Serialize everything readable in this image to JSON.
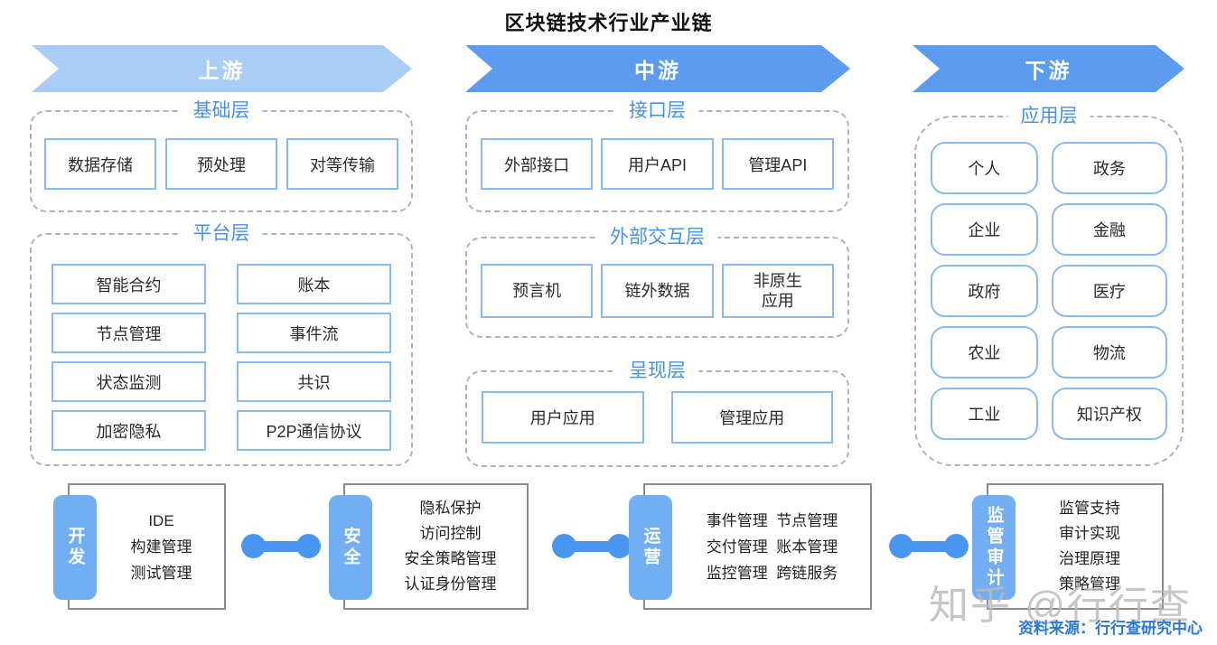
{
  "title": "区块链技术行业产业链",
  "stages": [
    {
      "label": "上游"
    },
    {
      "label": "中游"
    },
    {
      "label": "下游"
    }
  ],
  "groups": {
    "foundation": {
      "title": "基础层",
      "items": [
        "数据存储",
        "预处理",
        "对等传输"
      ]
    },
    "platform": {
      "title": "平台层",
      "items": [
        "智能合约",
        "账本",
        "节点管理",
        "事件流",
        "状态监测",
        "共识",
        "加密隐私",
        "P2P通信协议"
      ]
    },
    "interface": {
      "title": "接口层",
      "items": [
        "外部接口",
        "用户API",
        "管理API"
      ]
    },
    "external_interaction": {
      "title": "外部交互层",
      "items": [
        "预言机",
        "链外数据",
        "非原生应用"
      ]
    },
    "presentation": {
      "title": "呈现层",
      "items": [
        "用户应用",
        "管理应用"
      ]
    },
    "application": {
      "title": "应用层",
      "items": [
        "个人",
        "政务",
        "企业",
        "金融",
        "政府",
        "医疗",
        "农业",
        "物流",
        "工业",
        "知识产权"
      ]
    }
  },
  "modules": [
    {
      "label": "开发",
      "lines": [
        "IDE",
        "构建管理",
        "测试管理"
      ]
    },
    {
      "label": "安全",
      "lines": [
        "隐私保护",
        "访问控制",
        "安全策略管理",
        "认证身份管理"
      ]
    },
    {
      "label": "运营",
      "lines": [
        "事件管理  节点管理",
        "交付管理  账本管理",
        "监控管理  跨链服务"
      ]
    },
    {
      "label": "监管审计",
      "lines": [
        "监管支持",
        "审计实现",
        "治理原理",
        "策略管理"
      ]
    }
  ],
  "watermark": "知乎 @行行查",
  "source": "资料来源：行行查研究中心",
  "colors": {
    "stage_light": "#A9CDF7",
    "stage_dark": "#5B9BF0",
    "group_title": "#4493E6",
    "box_border": "#8BBAEC",
    "pill": "#72AEF2",
    "connector": "#4896F0",
    "source_text": "#2A79D8"
  }
}
